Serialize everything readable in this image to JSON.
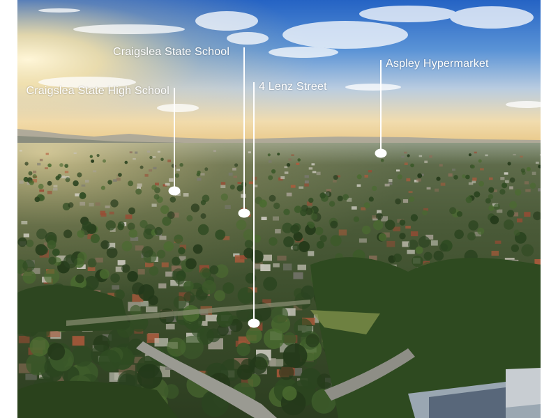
{
  "markers": [
    {
      "id": "craigslea-state-school",
      "label": "Craigslea State School"
    },
    {
      "id": "lenz-street",
      "label": "4 Lenz Street"
    },
    {
      "id": "aspley-hypermarket",
      "label": "Aspley Hypermarket"
    },
    {
      "id": "craigslea-state-high-school",
      "label": "Craigslea State High School"
    }
  ],
  "colors": {
    "sky_top": "#2f6fd0",
    "sky_horizon": "#f4d9a0",
    "foliage": "#2f4a22",
    "marker": "#ffffff"
  }
}
